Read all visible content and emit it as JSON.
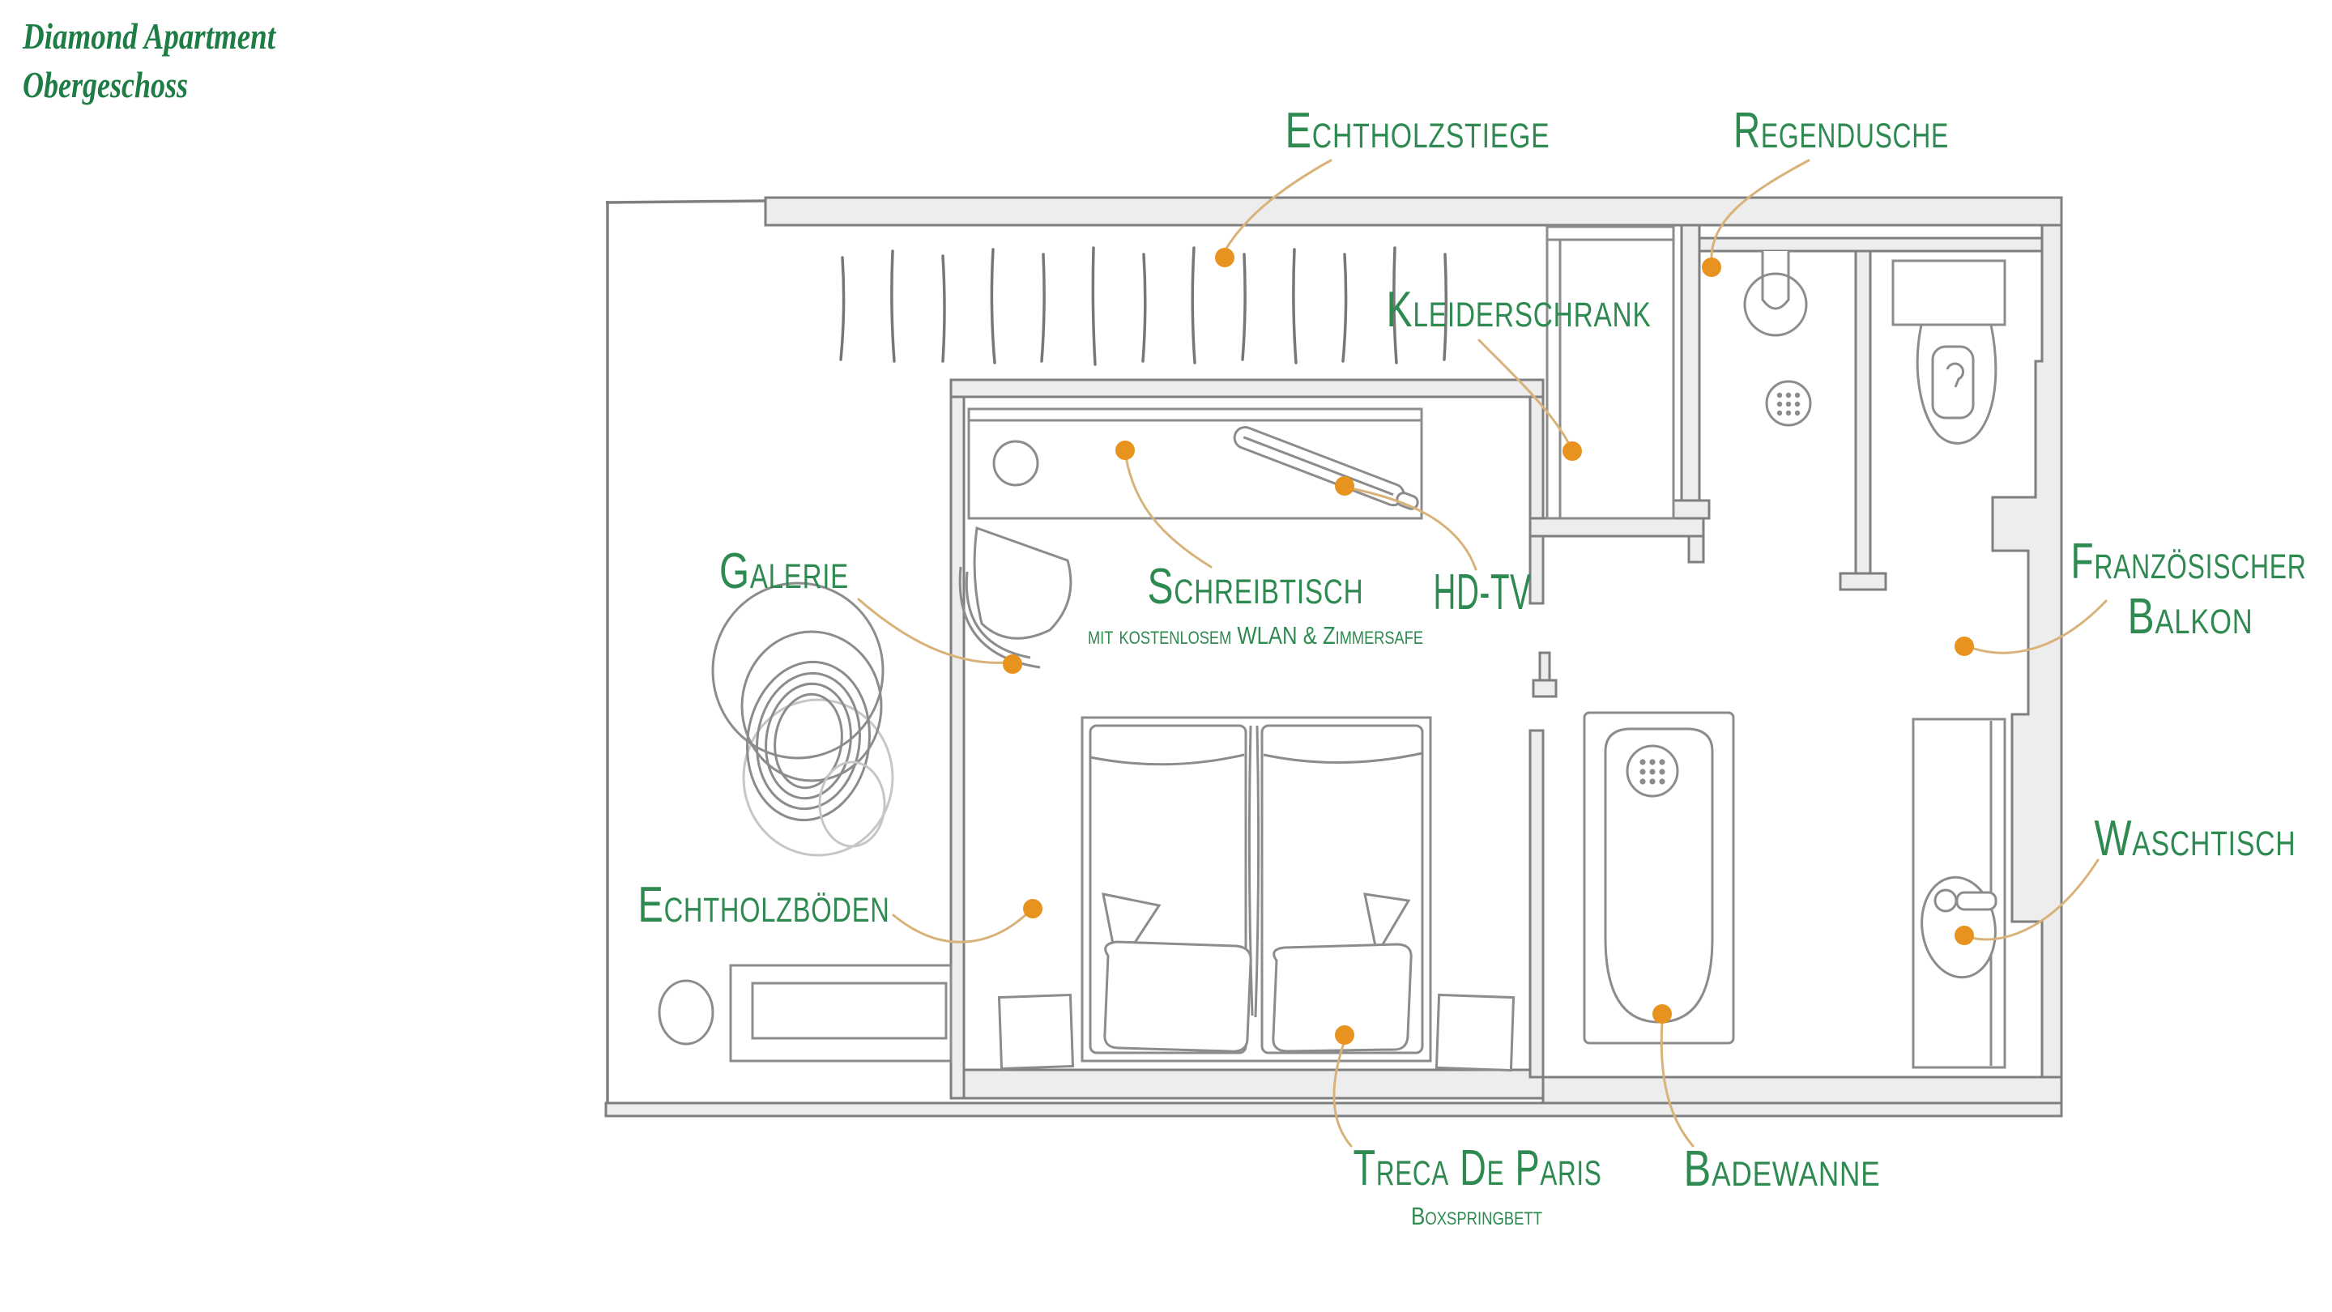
{
  "title": {
    "line1": "Diamond Apartment",
    "line2": "Obergeschoss"
  },
  "labels": {
    "echtholzstiege": "Echtholzstiege",
    "regendusche": "Regendusche",
    "kleiderschrank": "Kleiderschrank",
    "galerie": "Galerie",
    "schreibtisch": "Schreibtisch",
    "schreibtisch_sub": "mit kostenlosem WLAN & Zimmersafe",
    "hdtv": "HD-TV",
    "balkon_line1": "Französischer",
    "balkon_line2": "Balkon",
    "echtholzboeden": "Echtholzböden",
    "waschtisch": "Waschtisch",
    "treca": "Treca De Paris",
    "treca_sub": "Boxspringbett",
    "badewanne": "Badewanne"
  },
  "colors": {
    "title_green": "#1e7d45",
    "label_green": "#2e8a50",
    "marker_orange": "#e8921f",
    "leader_tan": "#d9b27a",
    "wall_gray": "#7f7f7f",
    "wall_fill": "#ededed",
    "furniture_gray": "#8c8c8c"
  }
}
